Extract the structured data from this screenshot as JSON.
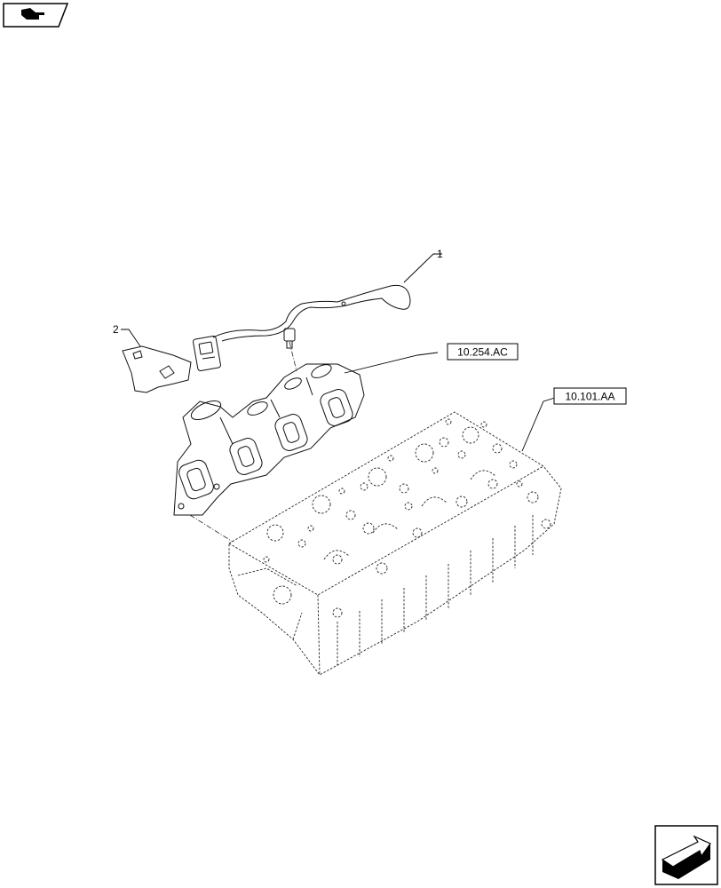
{
  "callouts": [
    {
      "label": "1"
    },
    {
      "label": "2"
    }
  ],
  "references": [
    {
      "label": "10.254.AC"
    },
    {
      "label": "10.101.AA"
    }
  ],
  "icons": {
    "top_left": "previous-page-icon",
    "bottom_right": "next-page-icon"
  }
}
